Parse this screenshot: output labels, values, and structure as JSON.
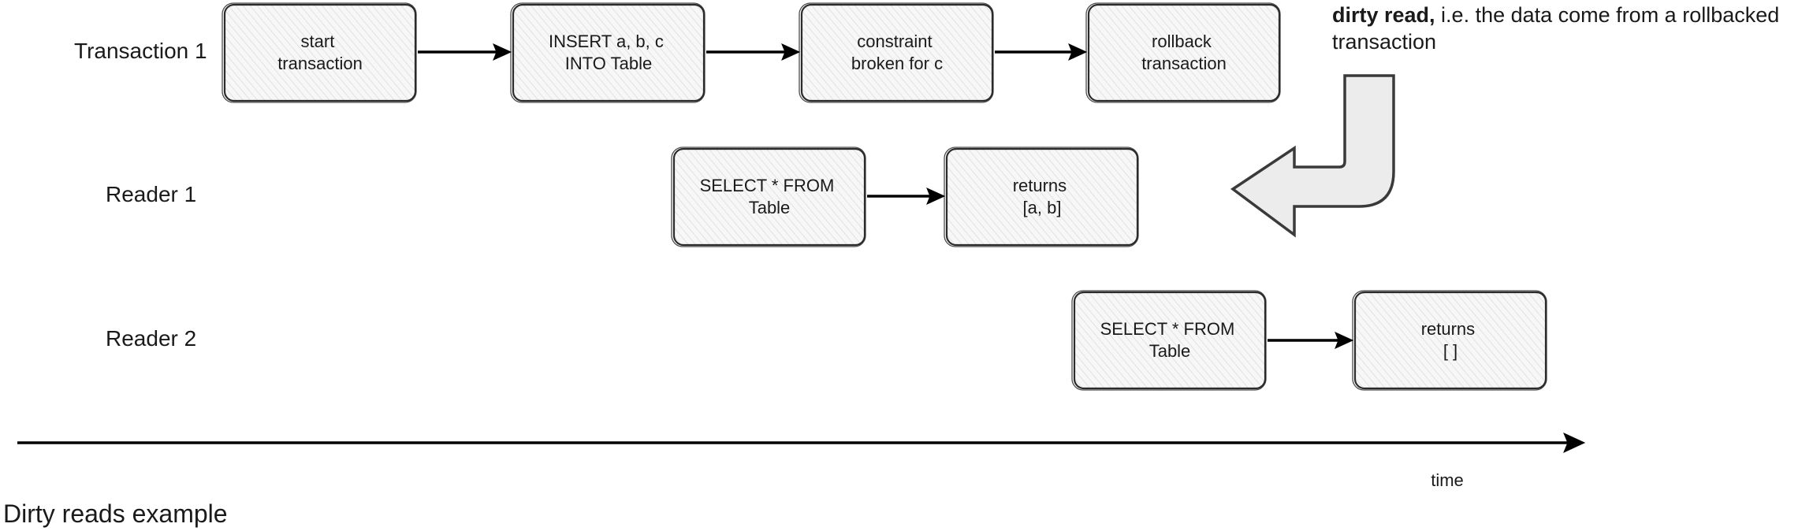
{
  "rows": [
    {
      "id": "transaction-1",
      "label": "Transaction 1"
    },
    {
      "id": "reader-1",
      "label": "Reader 1"
    },
    {
      "id": "reader-2",
      "label": "Reader 2"
    }
  ],
  "boxes": {
    "t1_start": [
      "start",
      "transaction"
    ],
    "t1_insert": [
      "INSERT a, b, c",
      "INTO Table"
    ],
    "t1_constraint": [
      "constraint",
      "broken for c"
    ],
    "t1_rollback": [
      "rollback",
      "transaction"
    ],
    "r1_select": [
      "SELECT * FROM",
      "Table"
    ],
    "r1_returns": [
      "returns",
      "[a, b]"
    ],
    "r2_select": [
      "SELECT * FROM",
      "Table"
    ],
    "r2_returns": [
      "returns",
      "[ ]"
    ]
  },
  "callout": {
    "bold": "dirty read,",
    "rest_line1": " i.e. the data come from a rollbacked",
    "line2": "transaction"
  },
  "timeline": {
    "label": "time"
  },
  "caption": "Dirty reads example"
}
